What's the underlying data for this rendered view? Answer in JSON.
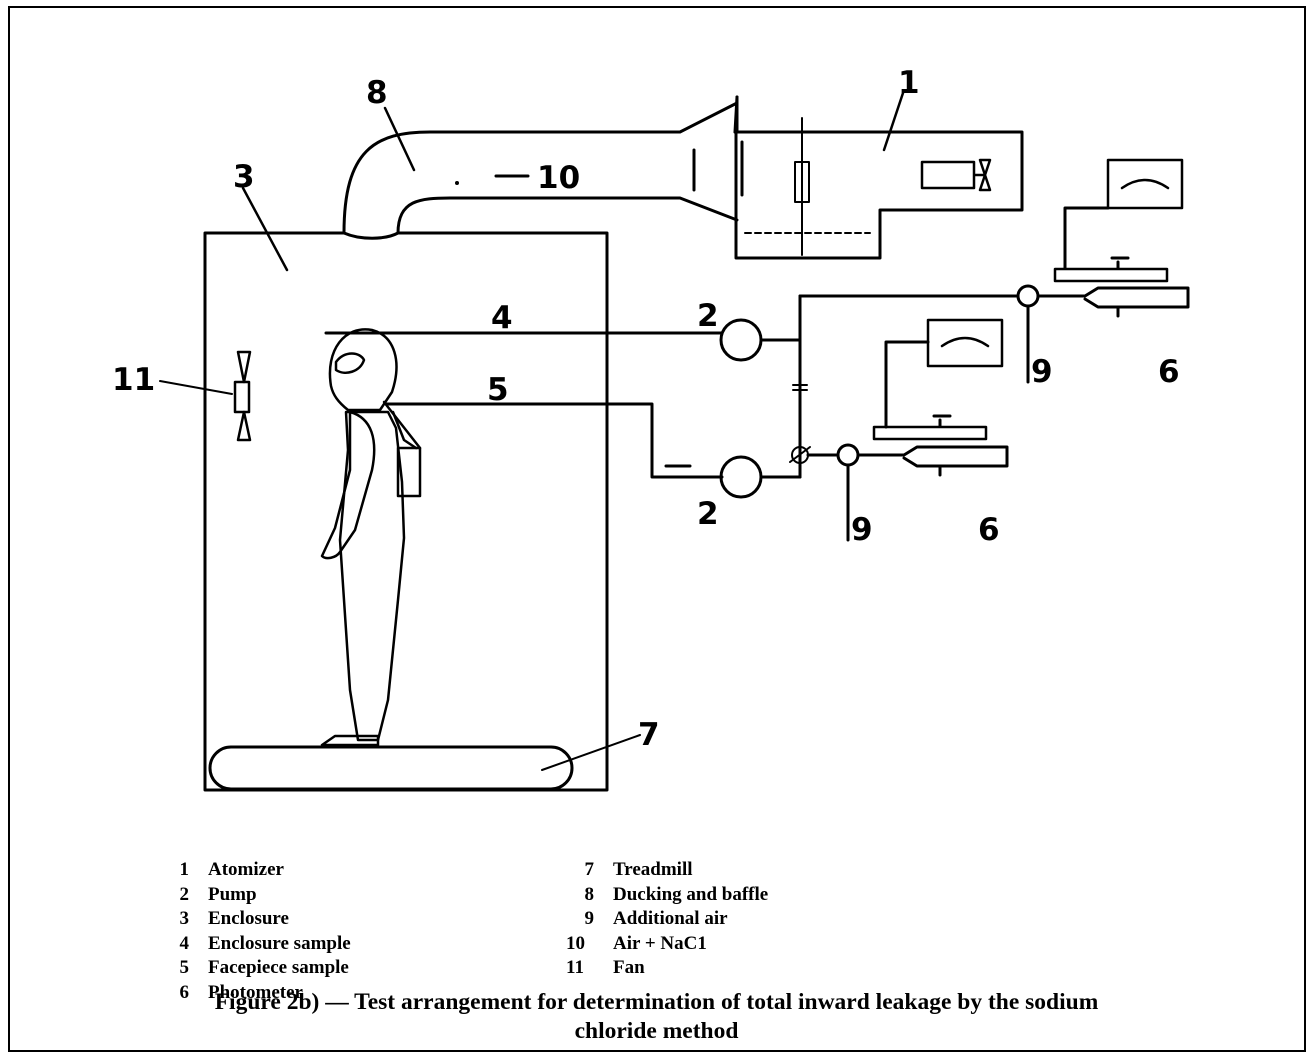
{
  "diagram": {
    "callouts": {
      "atomizer": "1",
      "pump_upper": "2",
      "pump_lower": "2",
      "enclosure": "3",
      "enclosure_sample": "4",
      "facepiece_sample": "5",
      "photometer_upper": "6",
      "photometer_lower": "6",
      "treadmill": "7",
      "ducking": "8",
      "additional_air_upper": "9",
      "additional_air_lower": "9",
      "air_nacl": "10",
      "fan": "11"
    }
  },
  "legend": {
    "left": [
      {
        "num": "1",
        "label": "Atomizer"
      },
      {
        "num": "2",
        "label": "Pump"
      },
      {
        "num": "3",
        "label": "Enclosure"
      },
      {
        "num": "4",
        "label": "Enclosure sample"
      },
      {
        "num": "5",
        "label": "Facepiece sample"
      },
      {
        "num": "6",
        "label": "Photometer"
      }
    ],
    "right": [
      {
        "num": "7",
        "label": "Treadmill"
      },
      {
        "num": "8",
        "label": "Ducking and baffle"
      },
      {
        "num": "9",
        "label": "Additional air"
      },
      {
        "num": "10",
        "label": "Air + NaC1"
      },
      {
        "num": "11",
        "label": "Fan"
      }
    ]
  },
  "caption": {
    "line1": "Figure 2b) — Test arrangement for determination of total inward leakage by the sodium",
    "line2": "chloride method"
  }
}
